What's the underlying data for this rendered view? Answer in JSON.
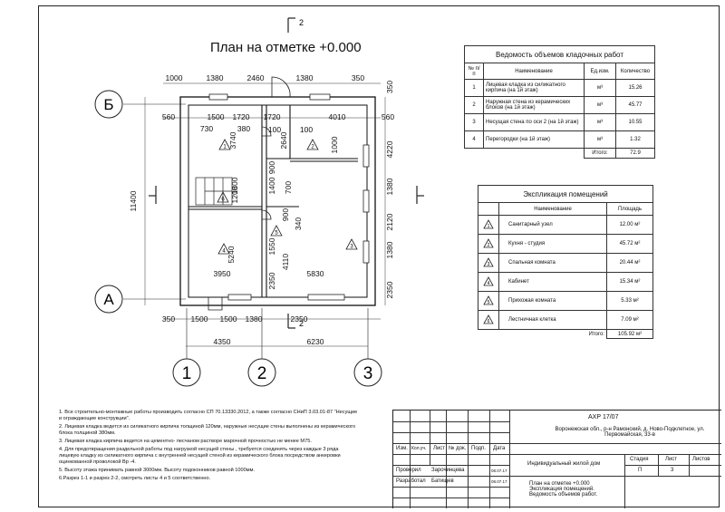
{
  "sheet_title": "План на отметке +0.000",
  "axes": {
    "rows": [
      "Б",
      "А"
    ],
    "columns": [
      "1",
      "2",
      "3"
    ]
  },
  "section_mark": "2",
  "dims": {
    "top_row": [
      "1000",
      "1380",
      "2460",
      "1380",
      "350"
    ],
    "upper_inner": [
      "560",
      "1500",
      "1720",
      "1720",
      "4010",
      "560"
    ],
    "left_total": "11400",
    "bottom_row1": [
      "350",
      "1500",
      "1500",
      "1380",
      "2350"
    ],
    "bottom_row2": [
      "4350",
      "6230"
    ],
    "right_col": [
      "350",
      "4220",
      "1380",
      "2120",
      "1380",
      "2350"
    ],
    "interior": [
      "730",
      "380",
      "3740",
      "2640",
      "100",
      "100",
      "1000",
      "900",
      "1400",
      "700",
      "1800",
      "1200",
      "900",
      "340",
      "5240",
      "1550",
      "4110",
      "2350",
      "3950",
      "5830"
    ]
  },
  "room_markers": [
    "1",
    "2",
    "3",
    "4",
    "5",
    "6"
  ],
  "volumes_table": {
    "title": "Ведомость объемов кладочных работ",
    "headers": [
      "№ п/п",
      "Наименование",
      "Ед.изм.",
      "Количество"
    ],
    "rows": [
      {
        "n": "1",
        "name": "Лицевая кладка из силикатного кирпича (на 1й этаж)",
        "unit": "м³",
        "qty": "15.26"
      },
      {
        "n": "2",
        "name": "Наружная стена из керамических блоков (на 1й этаж)",
        "unit": "м³",
        "qty": "45.77"
      },
      {
        "n": "3",
        "name": "Несущая стена по оси 2 (на 1й этаж)",
        "unit": "м³",
        "qty": "10.55"
      },
      {
        "n": "4",
        "name": "Перегородки (на 1й этаж)",
        "unit": "м³",
        "qty": "1.32"
      }
    ],
    "total_label": "Итого:",
    "total": "72.9"
  },
  "rooms_table": {
    "title": "Экспликация помещений",
    "headers": [
      "Наименование",
      "Площадь"
    ],
    "rows": [
      {
        "n": "1",
        "name": "Санитарный узел",
        "area": "12.00 м²"
      },
      {
        "n": "2",
        "name": "Кухня - студия",
        "area": "45.72 м²"
      },
      {
        "n": "3",
        "name": "Спальная комната",
        "area": "20.44 м²"
      },
      {
        "n": "4",
        "name": "Кабинет",
        "area": "15.34 м²"
      },
      {
        "n": "5",
        "name": "Прихожая комната",
        "area": "5.33 м²"
      },
      {
        "n": "6",
        "name": "Лестничная клетка",
        "area": "7.09 м²"
      }
    ],
    "total_label": "Итого:",
    "total": "105.92 м²"
  },
  "notes": [
    "1. Все строительно-монтажные работы производить согласно СП 70.13330.2012, а также согласно СНиП 3.03.01-87 \"Несущие и ограждающие конструкции\".",
    "2. Лицевая кладка ведется из силикатного кирпича толщиной 120мм, наружные несущие стены выполнены из керамического блока толщиной 380мм.",
    "3. Лицевая кладка кирпича ведется на цементно- песчаном растворе марочной прочностью не менее М75.",
    "4. Для предотвращения раздельной работы под нагрузкой несущей стены , требуется соединять через каждые 3 ряда лицевую кладку из силикатного кирпича с внутренней несущей стеной из керамического блока посредством анкеровки оцинкованной проволокой Вр -4.",
    "5. Высоту этажа принимать равной 3000мм. Высоту подоконников равной 1000мм.",
    "6.Разрез 1-1 и разрез 2-2, смотреть листы 4 и 5 соответственно."
  ],
  "stamp": {
    "code": "АХР 17/07",
    "address": "Воронежская обл., р-н Рамонский, д. Ново-Подклетное, ул. Первомайская, 33-в",
    "col_headers": [
      "Изм.",
      "Кол.уч.",
      "Лист",
      "№ док.",
      "Подп.",
      "Дата"
    ],
    "checked_label": "Проверил",
    "checked_name": "Зарочинцева",
    "checked_date": "08.07.17",
    "designed_label": "Разработал",
    "designed_name": "Батищев",
    "designed_date": "08.07.17",
    "project_name": "Индивидуальный жилой дом",
    "stage_label": "Стадия",
    "sheet_label": "Лист",
    "sheets_label": "Листов",
    "stage": "П",
    "sheet": "3",
    "drawing_content": "План на отметке +0.000 Экспликация помещений. Ведомость объемов работ."
  }
}
